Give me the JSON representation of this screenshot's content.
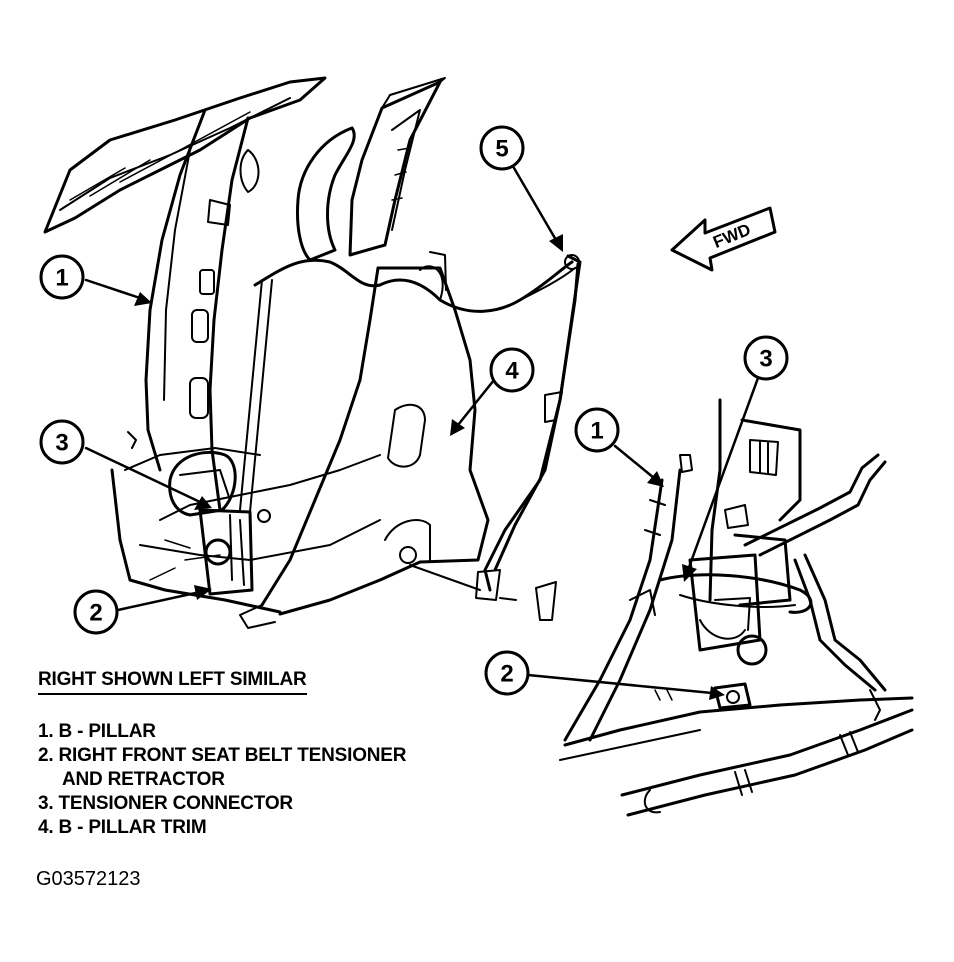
{
  "figure": {
    "legend_title": "RIGHT SHOWN LEFT SIMILAR",
    "legend_items": [
      "1. B - PILLAR",
      "2. RIGHT FRONT SEAT BELT TENSIONER",
      "AND RETRACTOR",
      "3. TENSIONER CONNECTOR",
      "4. B - PILLAR TRIM"
    ],
    "figure_id": "G03572123",
    "direction_label": "FWD",
    "callouts": {
      "left": [
        "1",
        "3",
        "2",
        "4",
        "5"
      ],
      "right": [
        "1",
        "3",
        "2"
      ]
    }
  }
}
